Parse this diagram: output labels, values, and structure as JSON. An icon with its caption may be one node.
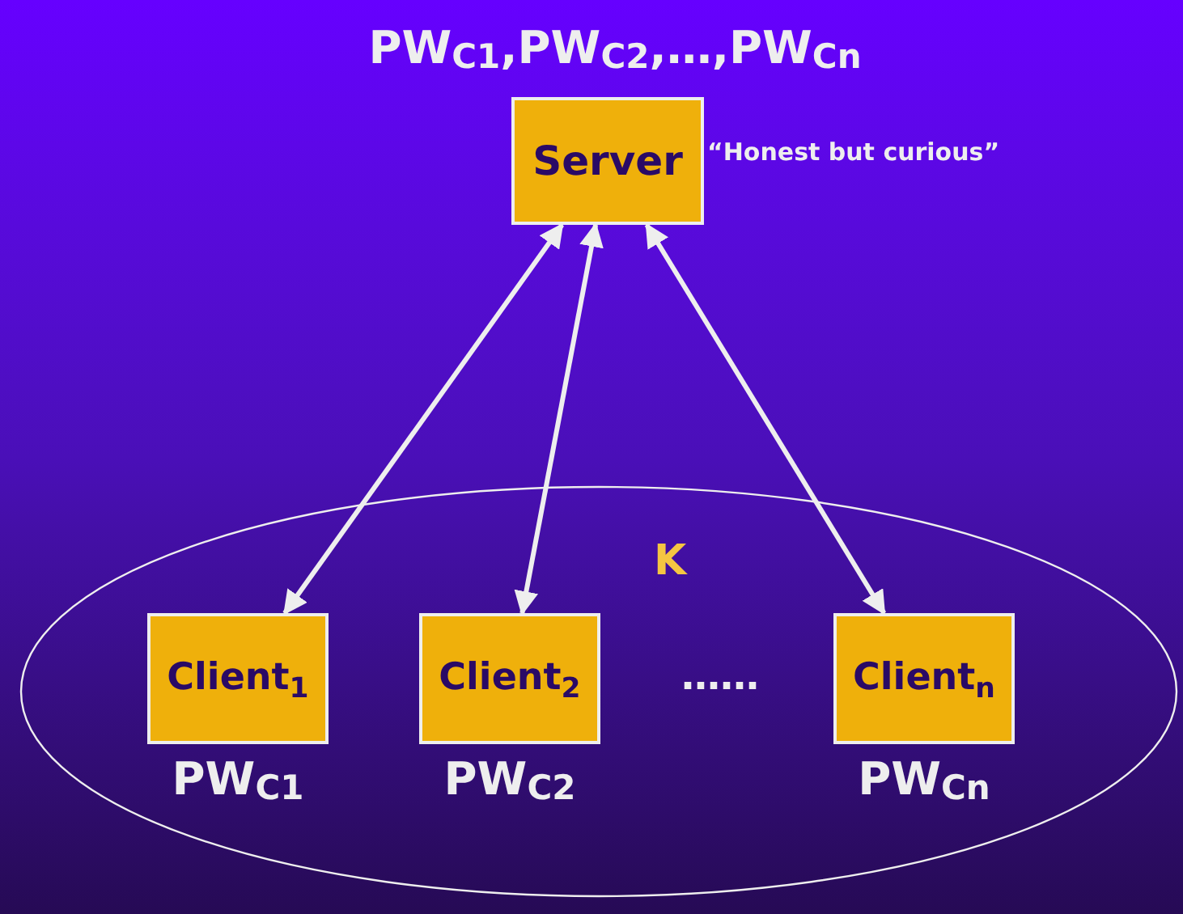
{
  "diagram": {
    "nodes": [
      {
        "text": [
          "Server"
        ],
        "beside": [
          "PW$_{C1}$,PW$_{C2}$,…,PW$_{Cn}$",
          "“Honest but curious”"
        ]
      },
      {
        "text": [
          "K"
        ]
      },
      {
        "text": [
          "Client$_{1}$"
        ],
        "in": 1,
        "beside": [
          "PW$_{C1}$"
        ]
      },
      {
        "text": [
          "Client$_{2}$"
        ],
        "in": 1,
        "beside": [
          "PW$_{C2}$"
        ]
      },
      {
        "text": [
          "Client$_{n}$"
        ],
        "in": 1,
        "beside": [
          "PW$_{Cn}$"
        ]
      }
    ],
    "edges": [
      {
        "from": 0,
        "to": 2,
        "arrow": "both"
      },
      {
        "from": 0,
        "to": 3,
        "arrow": "both"
      },
      {
        "from": 0,
        "to": 4,
        "arrow": "both"
      }
    ],
    "labels": [
      "……"
    ]
  }
}
